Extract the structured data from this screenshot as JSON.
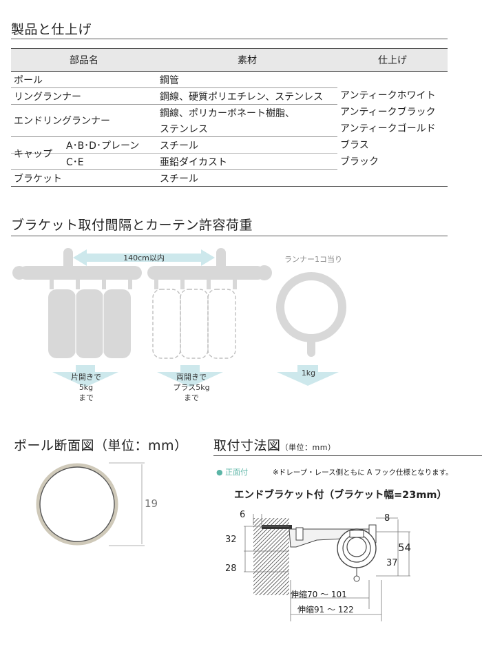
{
  "sections": {
    "products_title": "製品と仕上げ",
    "bracket_title": "ブラケット取付間隔とカーテン許容荷重",
    "pole_title": "ポール断面図（単位：mm）",
    "mount_title": "取付寸法図",
    "mount_unit": "（単位：mm）"
  },
  "table": {
    "headers": {
      "part": "部品名",
      "material": "素材",
      "finish": "仕上げ"
    },
    "rows": {
      "pole": {
        "part": "ポール",
        "material": "鋼管"
      },
      "ring_runner": {
        "part": "リングランナー",
        "material": "鋼線、硬質ポリエチレン、ステンレス"
      },
      "end_ring": {
        "part": "エンドリングランナー",
        "material_1": "鋼線、ポリカーボネート樹脂、",
        "material_2": "ステンレス"
      },
      "cap": {
        "part": "キャップ",
        "sub_1": "A･B･D･プレーン",
        "material_1": "スチール",
        "sub_2": "C･E",
        "material_2": "亜鉛ダイカスト"
      },
      "bracket": {
        "part": "ブラケット",
        "material": "スチール"
      }
    },
    "finishes": [
      "アンティークホワイト",
      "アンティークブラック",
      "アンティークゴールド",
      "ブラス",
      "ブラック"
    ]
  },
  "load_diagram": {
    "spacing": "140cm以内",
    "runner_label": "ランナー1コ当り",
    "runner_load": "1kg",
    "single": {
      "line1": "片開きで",
      "line2": "5kg",
      "line3": "まで"
    },
    "double": {
      "line1": "両開きで",
      "line2": "プラス5kg",
      "line3": "まで"
    },
    "colors": {
      "shape": "#d8d8d8",
      "arrow": "#cde8ec",
      "dashed": "#bfbfbf"
    }
  },
  "pole_section": {
    "diameter": "19"
  },
  "mount": {
    "front_mark": "●",
    "front_label": "正面付",
    "note": "※ドレープ・レース側ともに A フック仕様となります。",
    "subtitle": "エンドブラケット付（ブラケット幅=23mm）",
    "dims": {
      "d6": "6",
      "d8": "8",
      "d32": "32",
      "d28": "28",
      "d54": "54",
      "d37": "37",
      "ext1": "伸縮70 ～ 101",
      "ext2": "伸縮91 ～ 122"
    },
    "accent": "#5bb5a6"
  }
}
